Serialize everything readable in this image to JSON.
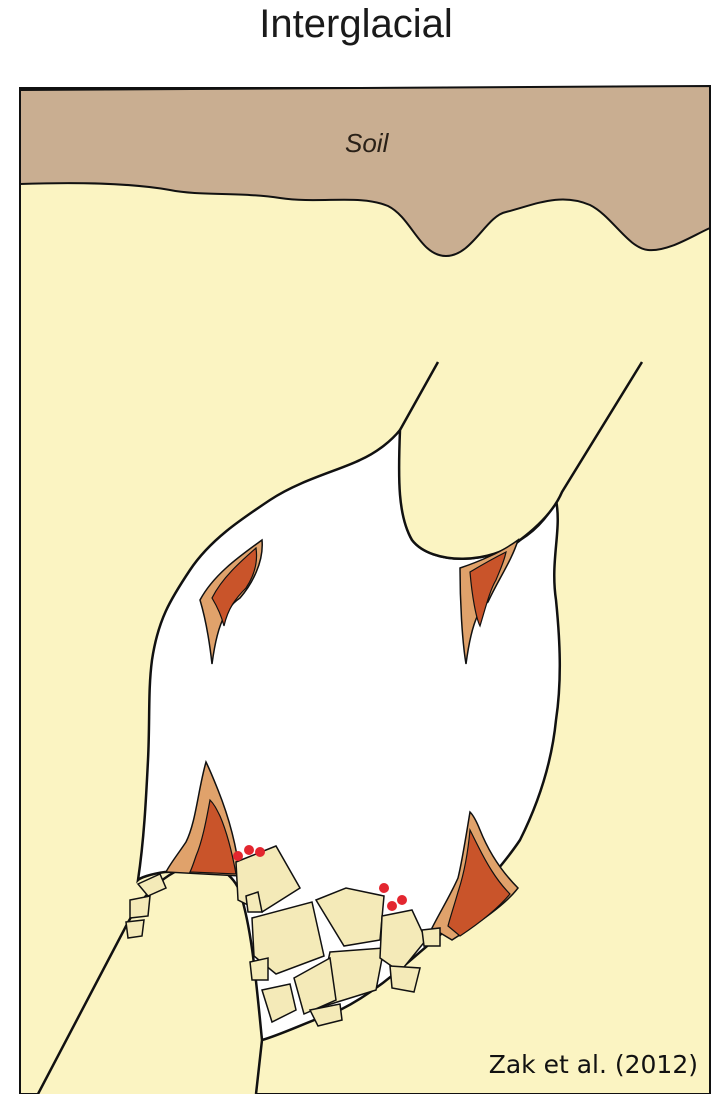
{
  "title": "Interglacial",
  "soil_label": "Soil",
  "credit": "Zak et al. (2012)",
  "colors": {
    "sediment": "#fbf4c2",
    "soil": "#c9ae91",
    "speleothem_outer": "#e0a26b",
    "speleothem_inner": "#c9542a",
    "rock_block": "#f4eab8",
    "red_dots": "#e3262f",
    "outline": "#111111"
  }
}
